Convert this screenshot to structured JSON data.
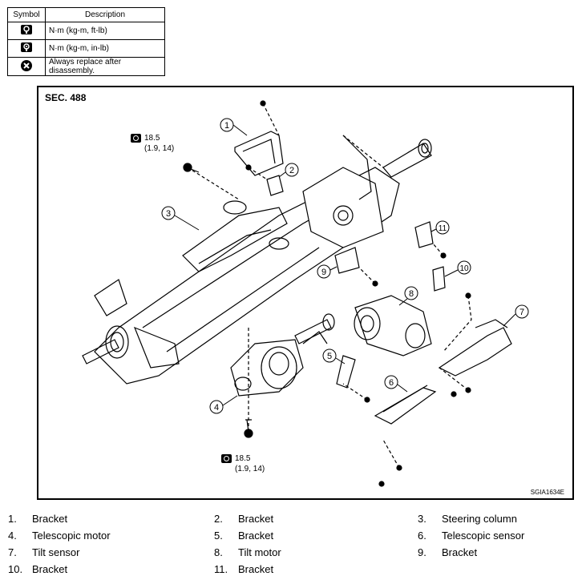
{
  "legend": {
    "header_symbol": "Symbol",
    "header_description": "Description",
    "rows": [
      {
        "icon": "torque-wrench-icon",
        "description": "N·m (kg-m, ft-lb)"
      },
      {
        "icon": "torque-wrench-inlb-icon",
        "description": "N·m (kg-m, in-lb)"
      },
      {
        "icon": "replace-x-icon",
        "description": "Always replace after disassembly."
      }
    ]
  },
  "diagram": {
    "section": "SEC. 488",
    "code": "SGIA1634E",
    "torque_top": {
      "value": "18.5",
      "sub": "(1.9, 14)"
    },
    "torque_bottom": {
      "value": "18.5",
      "sub": "(1.9, 14)"
    },
    "callouts": [
      "1",
      "2",
      "3",
      "4",
      "5",
      "6",
      "7",
      "8",
      "9",
      "10",
      "11"
    ]
  },
  "parts": [
    {
      "num": "1.",
      "name": "Bracket"
    },
    {
      "num": "2.",
      "name": "Bracket"
    },
    {
      "num": "3.",
      "name": "Steering column"
    },
    {
      "num": "4.",
      "name": "Telescopic motor"
    },
    {
      "num": "5.",
      "name": "Bracket"
    },
    {
      "num": "6.",
      "name": "Telescopic sensor"
    },
    {
      "num": "7.",
      "name": "Tilt sensor"
    },
    {
      "num": "8.",
      "name": "Tilt motor"
    },
    {
      "num": "9.",
      "name": "Bracket"
    },
    {
      "num": "10.",
      "name": "Bracket"
    },
    {
      "num": "11.",
      "name": "Bracket"
    }
  ]
}
